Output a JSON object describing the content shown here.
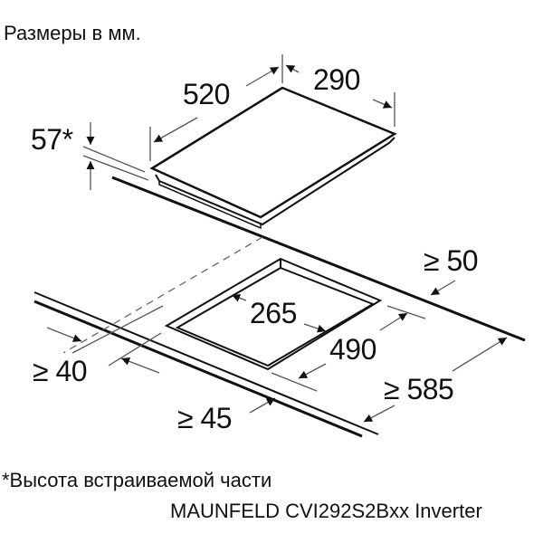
{
  "title": "Размеры в мм.",
  "dimensions": {
    "hob_depth": "520",
    "hob_width": "290",
    "hob_height": "57*",
    "cutout_width": "265",
    "cutout_depth": "490",
    "min_rear_clearance": "≥ 50",
    "min_left_clearance": "≥ 40",
    "min_front_clearance": "≥ 45",
    "min_worktop_depth": "≥ 585"
  },
  "footnote": "*Высота встраиваемой части",
  "model": "MAUNFELD CVI292S2Bxx Inverter",
  "colors": {
    "line": "#111111",
    "dim_line": "#555555",
    "background": "#ffffff"
  }
}
